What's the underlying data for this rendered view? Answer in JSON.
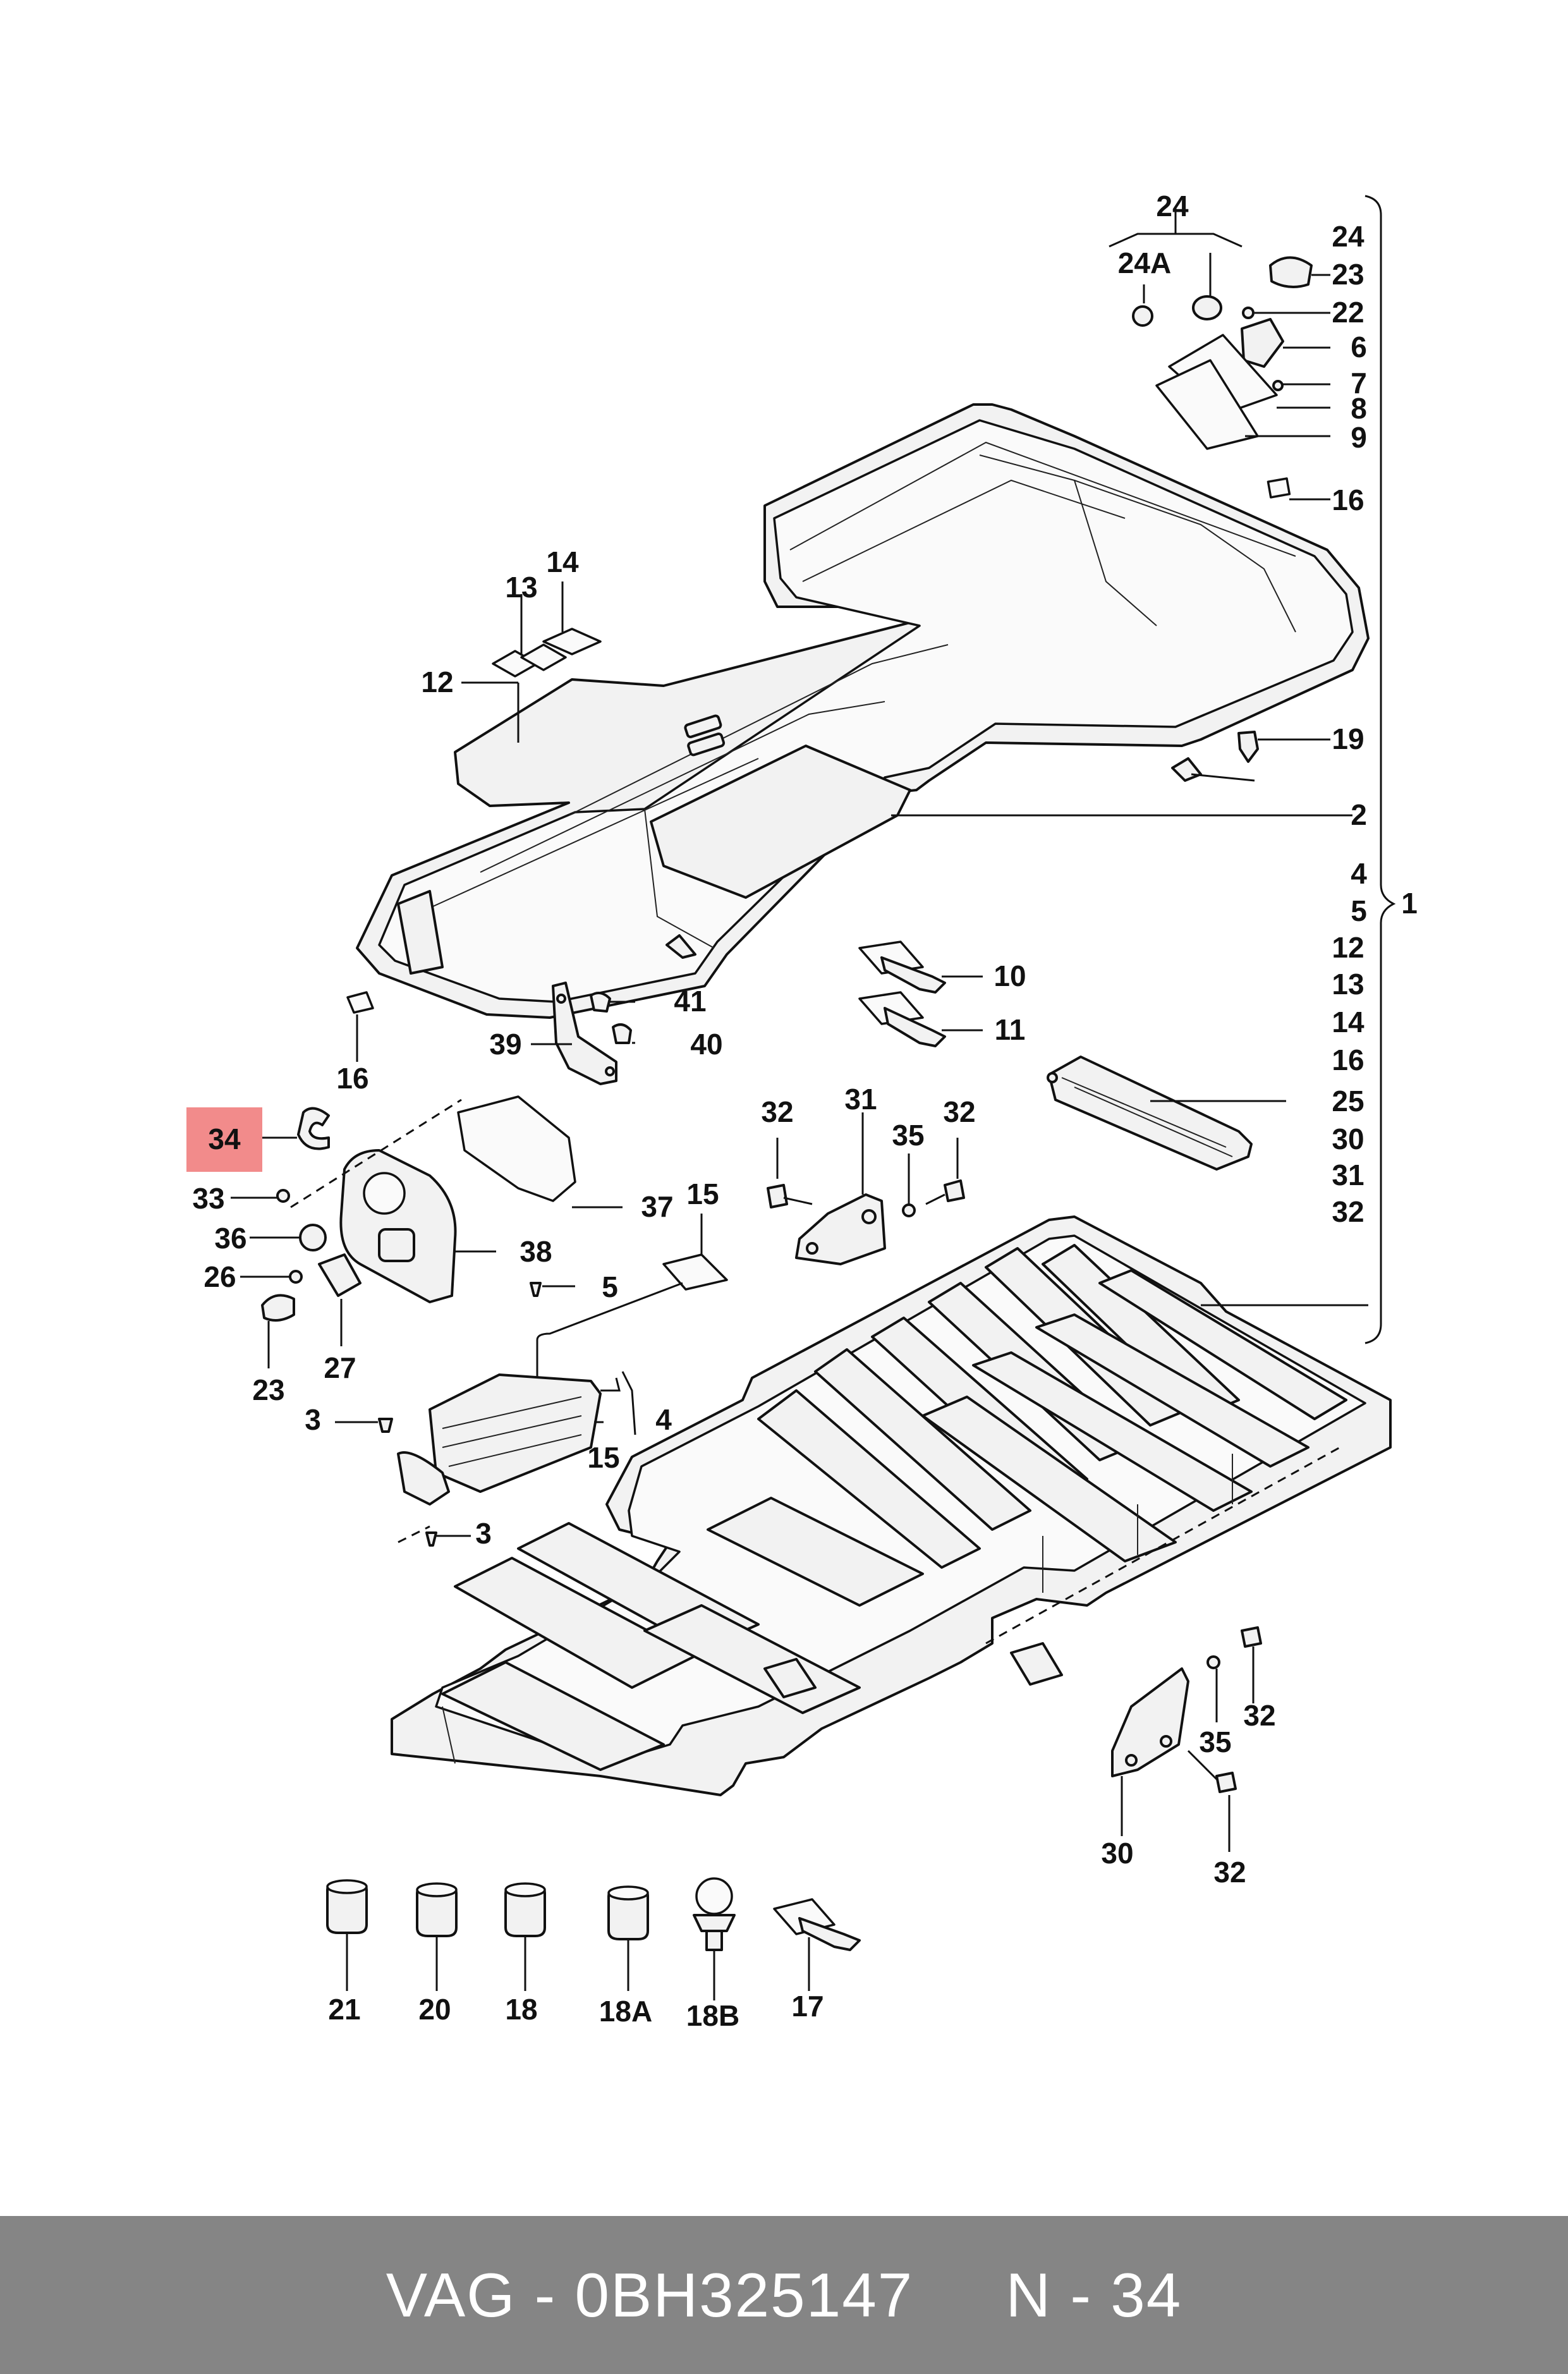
{
  "diagram": {
    "highlight_color": "#f28b8b",
    "highlighted_label": "34",
    "labels": {
      "l24_top": "24",
      "l24_right": "24",
      "l24A": "24A",
      "l23_top": "23",
      "l22": "22",
      "l6": "6",
      "l7": "7",
      "l8": "8",
      "l9": "9",
      "l16_top": "16",
      "l14_top": "14",
      "l13_top": "13",
      "l12_top": "12",
      "l19": "19",
      "l2": "2",
      "l1": "1",
      "g4": "4",
      "g5": "5",
      "g12": "12",
      "g13": "13",
      "g14": "14",
      "g16": "16",
      "g25": "25",
      "g30": "30",
      "g31": "31",
      "g32": "32",
      "l10": "10",
      "l11": "11",
      "l41": "41",
      "l39": "39",
      "l40": "40",
      "l16_left": "16",
      "l34": "34",
      "l33": "33",
      "l36": "36",
      "l26": "26",
      "l23_left": "23",
      "l27": "27",
      "l37": "37",
      "l38": "38",
      "l15_mid": "15",
      "l5": "5",
      "l32_a": "32",
      "l31": "31",
      "l35_a": "35",
      "l32_b": "32",
      "l3_a": "3",
      "l4": "4",
      "l15_low": "15",
      "l3_b": "3",
      "l32_c": "32",
      "l35_b": "35",
      "l30": "30",
      "l32_d": "32",
      "l21": "21",
      "l20": "20",
      "l18": "18",
      "l18A": "18A",
      "l18B": "18B",
      "l17": "17"
    }
  },
  "footer": {
    "text": "VAG - 0BH325147     N - 34",
    "background": "#858585"
  }
}
